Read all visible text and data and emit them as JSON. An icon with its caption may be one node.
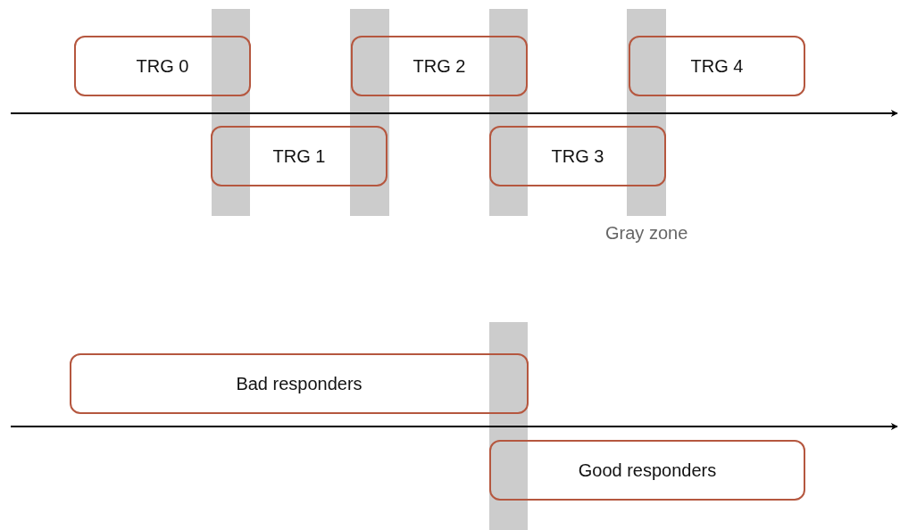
{
  "diagram": {
    "nodes": [
      {
        "text": [
          "TRG 0"
        ]
      },
      {
        "text": [
          "TRG 1"
        ]
      },
      {
        "text": [
          "TRG 2"
        ]
      },
      {
        "text": [
          "TRG 3"
        ]
      },
      {
        "text": [
          "TRG 4"
        ]
      },
      {
        "text": [
          "Bad responders"
        ]
      },
      {
        "text": [
          "Good responders"
        ]
      },
      {
        "text": [],
        "shape": "bar"
      },
      {
        "text": [],
        "shape": "bar"
      },
      {
        "text": [],
        "shape": "bar"
      },
      {
        "text": [],
        "shape": "bar"
      },
      {
        "text": [],
        "shape": "bar"
      }
    ],
    "labels": [
      "Gray zone"
    ]
  }
}
